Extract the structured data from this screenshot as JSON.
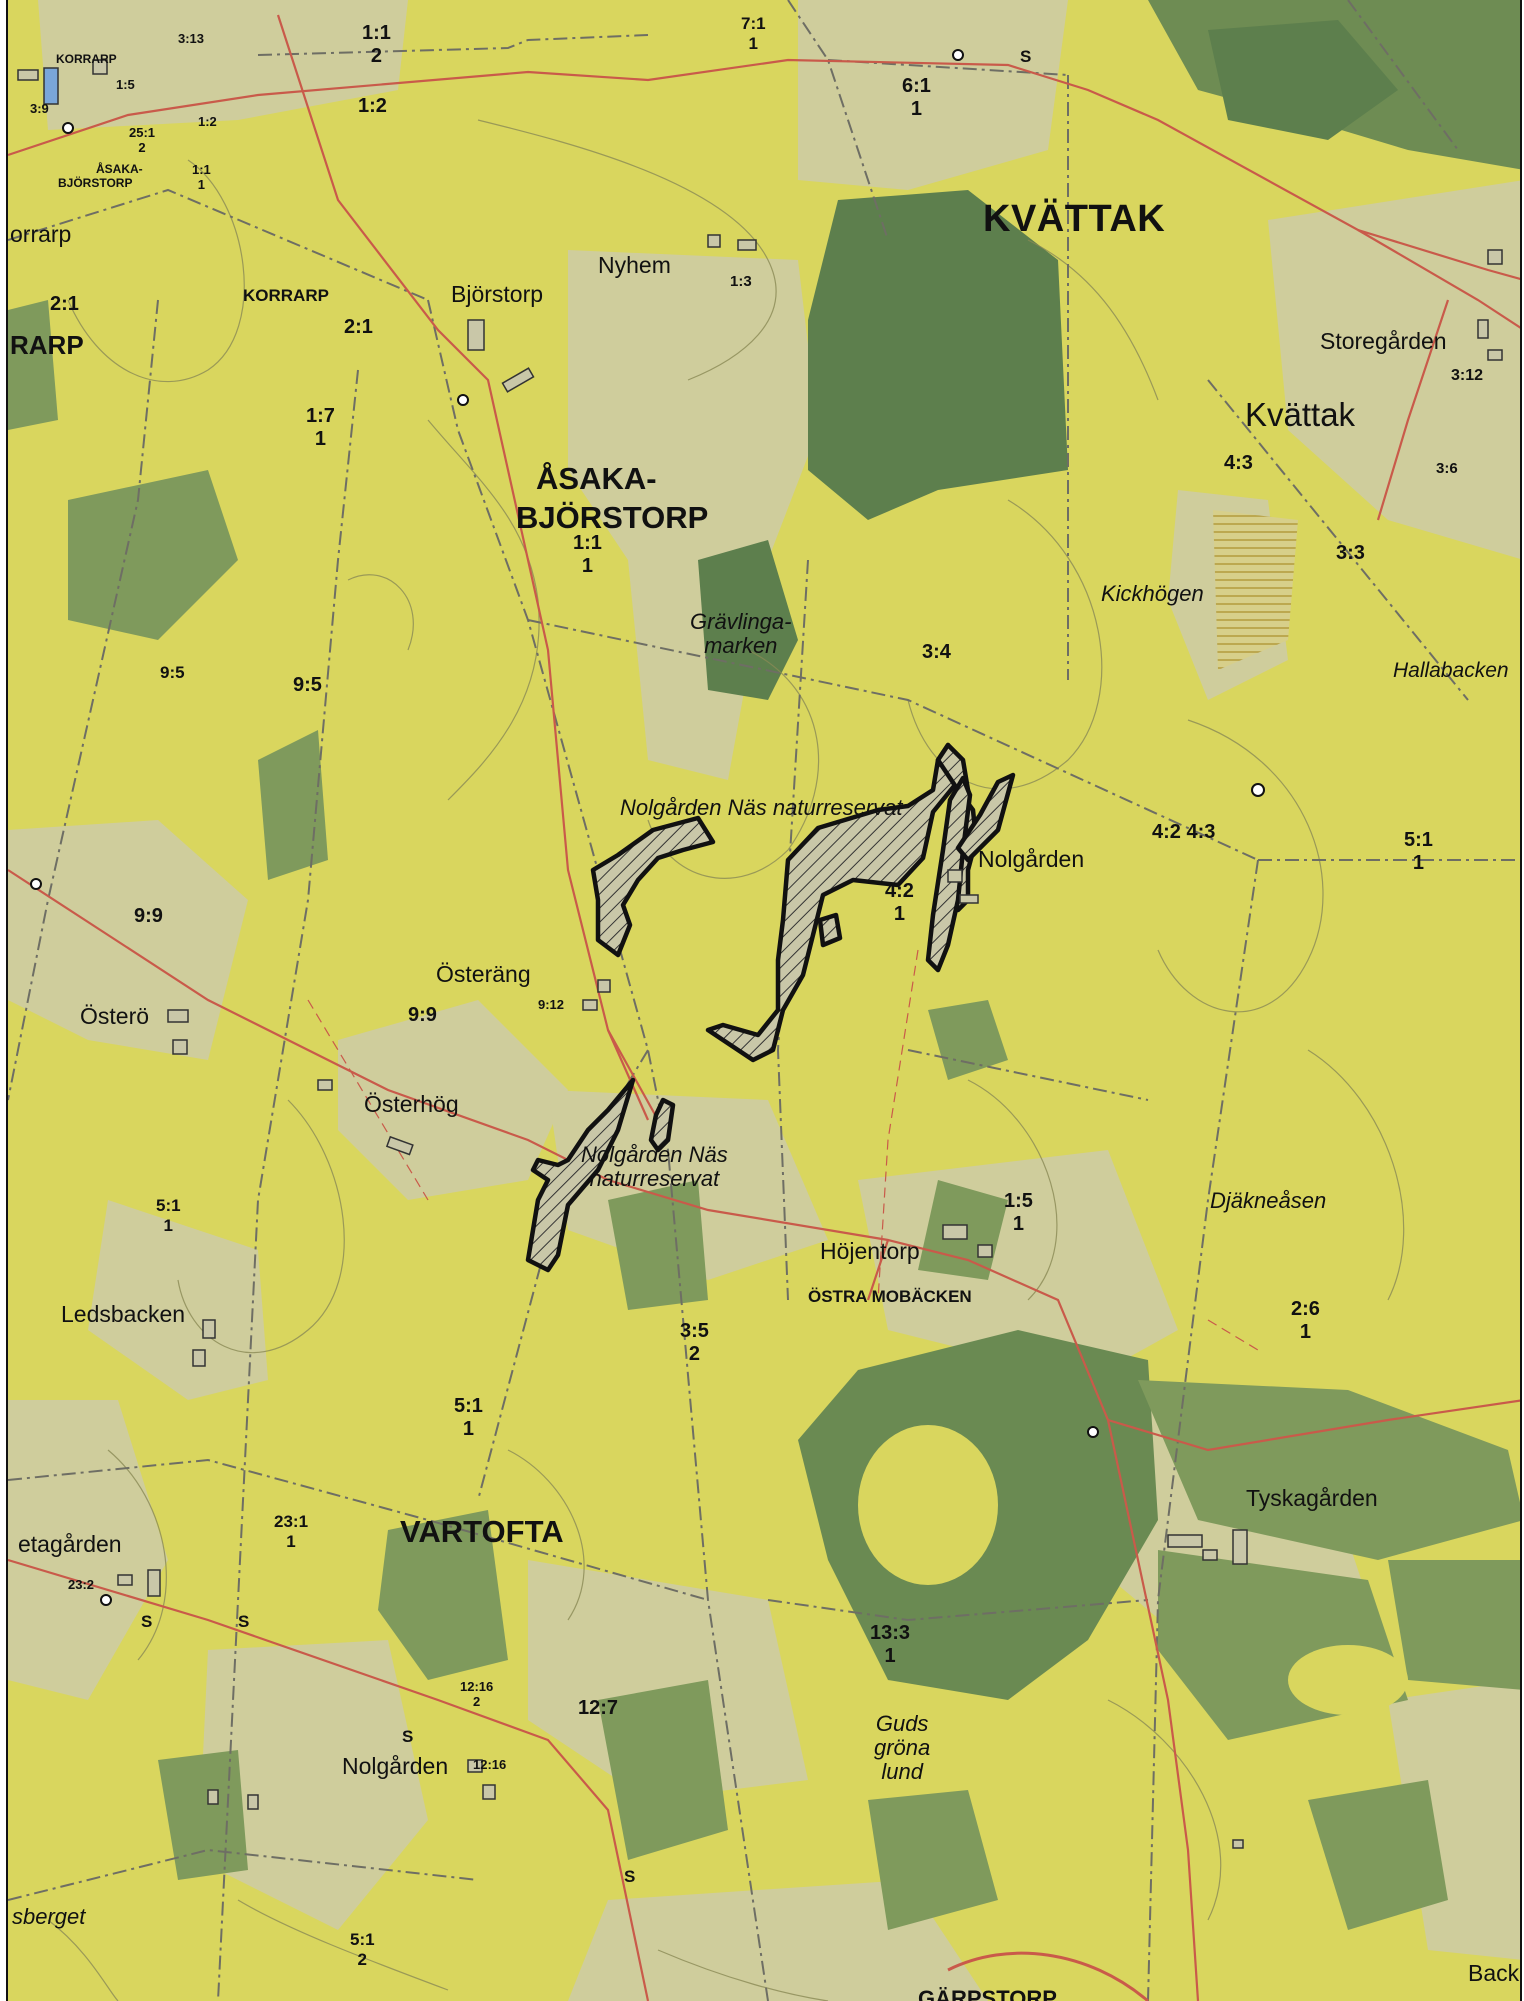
{
  "map": {
    "colors": {
      "farmland": "#d9d65e",
      "forest": "#7f9a5c",
      "forest_dark": "#5d7f4d",
      "open_land": "#cfcd9c",
      "property_line": "#6e6e64",
      "road": "#c95a4a",
      "reserve_outline": "#111111",
      "contour": "#8a8a55"
    },
    "regions": [
      {
        "id": "kvattak-region",
        "text": "KVÄTTAK"
      },
      {
        "id": "asaka-region-1",
        "text": "ÅSAKA-"
      },
      {
        "id": "asaka-region-2",
        "text": "BJÖRSTORP"
      },
      {
        "id": "vartofta-region",
        "text": "VARTOFTA"
      },
      {
        "id": "korrarp-region",
        "text": "KORRARP"
      },
      {
        "id": "korrarp-small",
        "text": "KORRARP"
      },
      {
        "id": "asaka-small-1",
        "text": "ÅSAKA-"
      },
      {
        "id": "asaka-small-2",
        "text": "BJÖRSTORP"
      },
      {
        "id": "ostra-mobacken",
        "text": "ÖSTRA MOBÄCKEN"
      },
      {
        "id": "garpstorp",
        "text": "GÄRPSTORP"
      },
      {
        "id": "rarp-edge",
        "text": "RARP"
      }
    ],
    "places": [
      {
        "id": "bjorstorp",
        "text": "Björstorp"
      },
      {
        "id": "nyhem",
        "text": "Nyhem"
      },
      {
        "id": "storegarden",
        "text": "Storegården"
      },
      {
        "id": "kvattak",
        "text": "Kvättak"
      },
      {
        "id": "nolgarden-east",
        "text": "Nolgården"
      },
      {
        "id": "osterang",
        "text": "Österäng"
      },
      {
        "id": "ostero",
        "text": "Österö"
      },
      {
        "id": "osterhog",
        "text": "Österhög"
      },
      {
        "id": "hojentorp",
        "text": "Höjentorp"
      },
      {
        "id": "ledsbacken",
        "text": "Ledsbacken"
      },
      {
        "id": "tyskagarden",
        "text": "Tyskagården"
      },
      {
        "id": "betagarden",
        "text": "etagården"
      },
      {
        "id": "nolgarden-south",
        "text": "Nolgården"
      },
      {
        "id": "korrarp-edge",
        "text": "orrarp"
      },
      {
        "id": "back-edge",
        "text": "Back"
      }
    ],
    "italic_labels": [
      {
        "id": "gravlinga",
        "lines": [
          "Grävlinga-",
          "marken"
        ]
      },
      {
        "id": "kickhogen",
        "lines": [
          "Kickhögen"
        ]
      },
      {
        "id": "hallabacken",
        "lines": [
          "Hallabacken"
        ]
      },
      {
        "id": "reserve-north",
        "lines": [
          "Nolgården Näs naturreservat"
        ]
      },
      {
        "id": "reserve-south",
        "lines": [
          "Nolgården Näs",
          "naturreservat"
        ]
      },
      {
        "id": "djakneasen",
        "lines": [
          "Djäkneåsen"
        ]
      },
      {
        "id": "guds-grona-lund",
        "lines": [
          "Guds",
          "gröna",
          "lund"
        ]
      },
      {
        "id": "sberget",
        "lines": [
          "sberget"
        ]
      }
    ],
    "parcels": [
      {
        "id": "p-1-1-top",
        "lines": [
          "1:1",
          "2"
        ]
      },
      {
        "id": "p-1-2",
        "lines": [
          "1:2"
        ]
      },
      {
        "id": "p-7-1",
        "lines": [
          "7:1",
          "1"
        ]
      },
      {
        "id": "p-6-1",
        "lines": [
          "6:1",
          "1"
        ]
      },
      {
        "id": "p-2-1-left",
        "lines": [
          "2:1"
        ]
      },
      {
        "id": "p-2-1",
        "lines": [
          "2:1"
        ]
      },
      {
        "id": "p-1-3",
        "lines": [
          "1:3"
        ]
      },
      {
        "id": "p-3-12",
        "lines": [
          "3:12"
        ]
      },
      {
        "id": "p-1-7",
        "lines": [
          "1:7",
          "1"
        ]
      },
      {
        "id": "p-4-3",
        "lines": [
          "4:3"
        ]
      },
      {
        "id": "p-3-6",
        "lines": [
          "3:6"
        ]
      },
      {
        "id": "p-1-1",
        "lines": [
          "1:1",
          "1"
        ]
      },
      {
        "id": "p-3-3",
        "lines": [
          "3:3"
        ]
      },
      {
        "id": "p-9-5-a",
        "lines": [
          "9:5"
        ]
      },
      {
        "id": "p-9-5-b",
        "lines": [
          "9:5"
        ]
      },
      {
        "id": "p-3-4",
        "lines": [
          "3:4"
        ]
      },
      {
        "id": "p-4-2-4-3",
        "lines": [
          "4:2 4:3"
        ]
      },
      {
        "id": "p-5-1-east",
        "lines": [
          "5:1",
          "1"
        ]
      },
      {
        "id": "p-9-9-left",
        "lines": [
          "9:9"
        ]
      },
      {
        "id": "p-4-2",
        "lines": [
          "4:2",
          "1"
        ]
      },
      {
        "id": "p-9-9",
        "lines": [
          "9:9"
        ]
      },
      {
        "id": "p-1-5",
        "lines": [
          "1:5",
          "1"
        ]
      },
      {
        "id": "p-5-1-west",
        "lines": [
          "5:1",
          "1"
        ]
      },
      {
        "id": "p-2-6",
        "lines": [
          "2:6",
          "1"
        ]
      },
      {
        "id": "p-3-5",
        "lines": [
          "3:5",
          "2"
        ]
      },
      {
        "id": "p-5-1-mid",
        "lines": [
          "5:1",
          "1"
        ]
      },
      {
        "id": "p-23-1",
        "lines": [
          "23:1",
          "1"
        ]
      },
      {
        "id": "p-13-3",
        "lines": [
          "13:3",
          "1"
        ]
      },
      {
        "id": "p-12-7",
        "lines": [
          "12:7"
        ]
      },
      {
        "id": "p-5-1-south",
        "lines": [
          "5:1",
          "2"
        ]
      }
    ],
    "small_parcels": [
      {
        "id": "s-3-13",
        "text": "3:13"
      },
      {
        "id": "s-1-5",
        "text": "1:5"
      },
      {
        "id": "s-3-9",
        "text": "3:9"
      },
      {
        "id": "s-25-1",
        "text": "25:1\n2"
      },
      {
        "id": "s-1-2",
        "text": "1:2"
      },
      {
        "id": "s-1-1",
        "text": "1:1\n1"
      },
      {
        "id": "s-9-12",
        "text": "9:12"
      },
      {
        "id": "s-23-2",
        "text": "23:2"
      },
      {
        "id": "s-12-16-a",
        "text": "12:16\n2"
      },
      {
        "id": "s-12-16-b",
        "text": "12:16"
      }
    ],
    "symbols": {
      "s_mark": "S"
    }
  }
}
